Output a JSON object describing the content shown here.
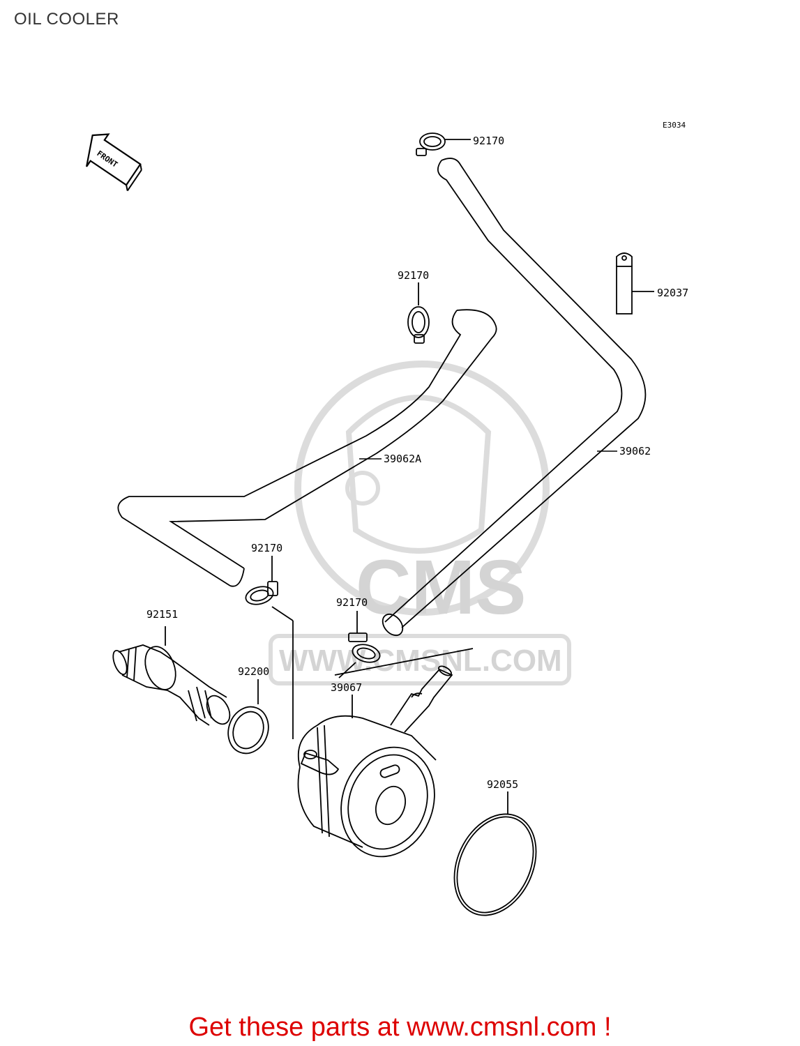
{
  "page": {
    "title": "OIL COOLER",
    "figure_ref": "E3034",
    "front_label": "FRONT",
    "footer": "Get these parts at www.cmsnl.com !"
  },
  "watermark": {
    "brand": "CMS",
    "url": "WWW.CMSNL.COM"
  },
  "parts": [
    {
      "id": "clamp-top",
      "number": "92170"
    },
    {
      "id": "strap",
      "number": "92037"
    },
    {
      "id": "clamp-upper-mid",
      "number": "92170"
    },
    {
      "id": "hose-a",
      "number": "39062A"
    },
    {
      "id": "hose",
      "number": "39062"
    },
    {
      "id": "clamp-left",
      "number": "92170"
    },
    {
      "id": "clamp-right",
      "number": "92170"
    },
    {
      "id": "fitting-bolt",
      "number": "92151"
    },
    {
      "id": "washer",
      "number": "92200"
    },
    {
      "id": "oil-cooler",
      "number": "39067"
    },
    {
      "id": "o-ring",
      "number": "92055"
    }
  ],
  "colors": {
    "line": "#000000",
    "watermark": "#d4d4d4",
    "footer": "#dd0000"
  }
}
